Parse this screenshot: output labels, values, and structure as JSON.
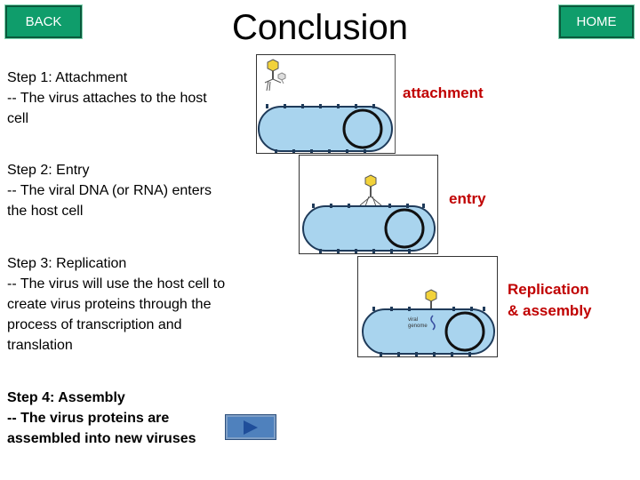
{
  "nav": {
    "back_label": "BACK",
    "home_label": "HOME"
  },
  "title": "Conclusion",
  "steps": [
    {
      "heading": "Step 1: Attachment",
      "line1": "-- The virus attaches to the host",
      "line2": "cell"
    },
    {
      "heading": "Step 2: Entry",
      "line1": "-- The viral DNA (or RNA) enters",
      "line2": "the host cell"
    },
    {
      "heading": "Step 3: Replication",
      "line1": "-- The virus will use the host cell to",
      "line2": "create virus proteins through the",
      "line3": "process of transcription and",
      "line4": "translation"
    },
    {
      "heading": "Step 4: Assembly",
      "line1": "-- The virus proteins are",
      "line2": "assembled into new viruses"
    }
  ],
  "labels": {
    "attachment": "attachment",
    "entry": "entry",
    "replication_line1": "Replication",
    "replication_line2": "& assembly"
  },
  "diagram": {
    "genome_line1": "viral",
    "genome_line2": "genome"
  },
  "colors": {
    "nav_green": "#0f9d6b",
    "cell_blue": "#a9d4ee",
    "label_red": "#c00000",
    "next_blue": "#4f81bd"
  },
  "icons": {
    "next": "play-triangle-icon"
  }
}
